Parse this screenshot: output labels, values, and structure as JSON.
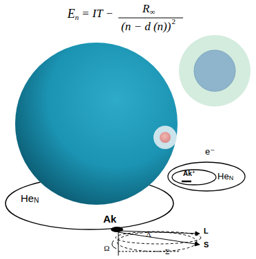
{
  "diagram": {
    "nodes": [
      {
        "text": [
          "He",
          "N"
        ]
      },
      {
        "text": [
          "e⁻",
          "He",
          "N"
        ]
      },
      {
        "text": [
          "Ak⁺"
        ],
        "in": 1
      }
    ],
    "labels": [
      "E",
      "n",
      "= IT −",
      "R",
      "∞",
      "(n − d (n))",
      "2",
      "Ak",
      "L",
      "S",
      "Λ",
      "Ω",
      "Σ"
    ]
  }
}
